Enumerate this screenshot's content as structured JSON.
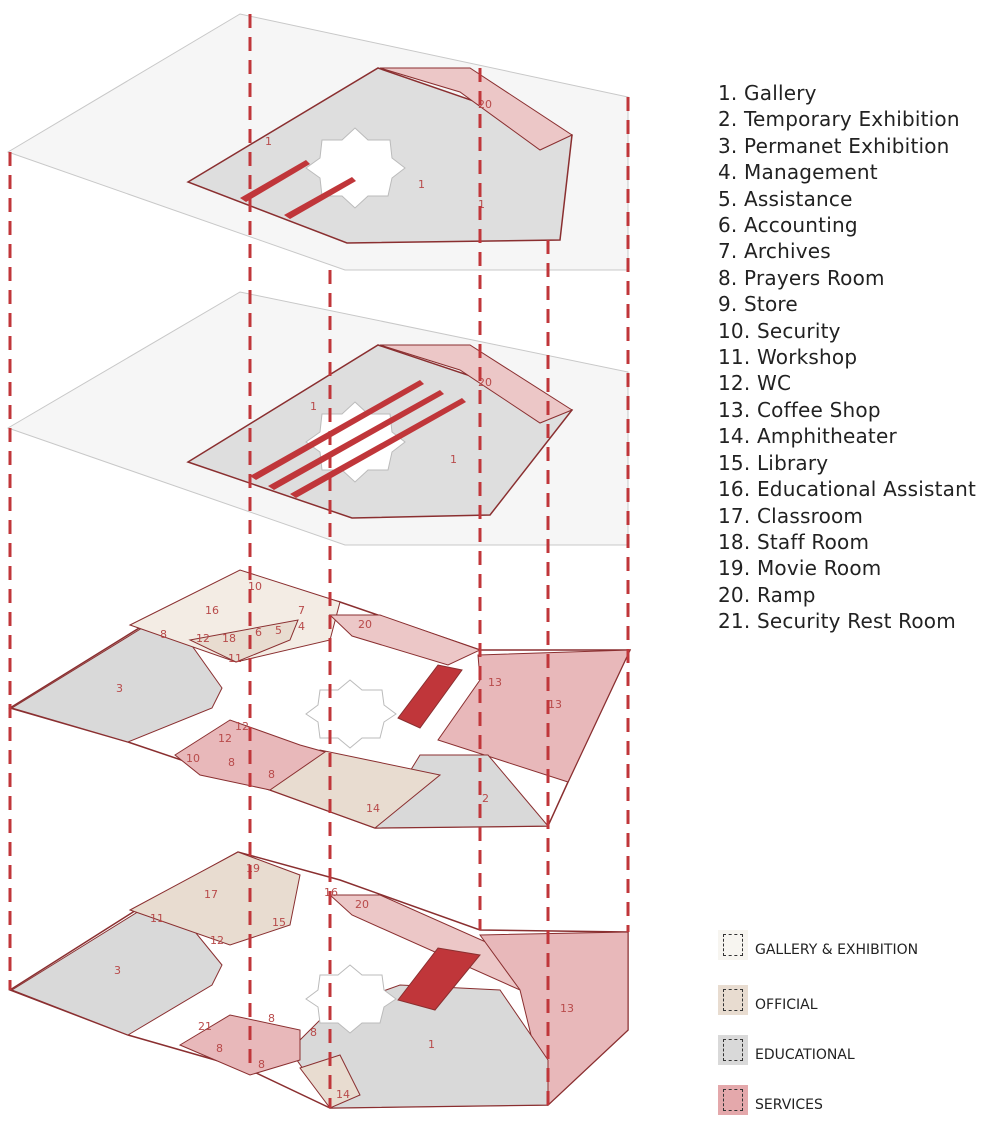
{
  "rooms": [
    "1. Gallery",
    "2. Temporary Exhibition",
    "3. Permanet Exhibition",
    "4. Management",
    "5. Assistance",
    "6. Accounting",
    "7. Archives",
    "8. Prayers Room",
    "9. Store",
    "10. Security",
    "11. Workshop",
    "12. WC",
    "13. Coffee Shop",
    "14. Amphitheater",
    "15. Library",
    "16. Educational Assistant",
    "17. Classroom",
    "18. Staff Room",
    "19. Movie Room",
    "20. Ramp",
    "21. Security Rest Room"
  ],
  "legend": [
    {
      "label": "GALLERY & EXHIBITION",
      "color": "#f7f5f0"
    },
    {
      "label": "OFFICIAL",
      "color": "#e8dcd0"
    },
    {
      "label": "EDUCATIONAL",
      "color": "#d9d9d9"
    },
    {
      "label": "SERVICES",
      "color": "#e4a8ab"
    }
  ],
  "floor_labels": {
    "floor4": [
      "20",
      "1",
      "1",
      "1"
    ],
    "floor3": [
      "20",
      "1",
      "1"
    ],
    "floor2": [
      "10",
      "16",
      "7",
      "8",
      "12",
      "18",
      "6",
      "5",
      "4",
      "11",
      "20",
      "3",
      "13",
      "13",
      "12",
      "12",
      "10",
      "8",
      "8",
      "14",
      "2"
    ],
    "floor1": [
      "19",
      "17",
      "16",
      "11",
      "12",
      "15",
      "20",
      "3",
      "21",
      "8",
      "8",
      "8",
      "8",
      "14",
      "1",
      "13"
    ]
  },
  "colors": {
    "accent_red": "#c0363a",
    "outline": "#8a2f30",
    "label": "#b84a4a"
  }
}
